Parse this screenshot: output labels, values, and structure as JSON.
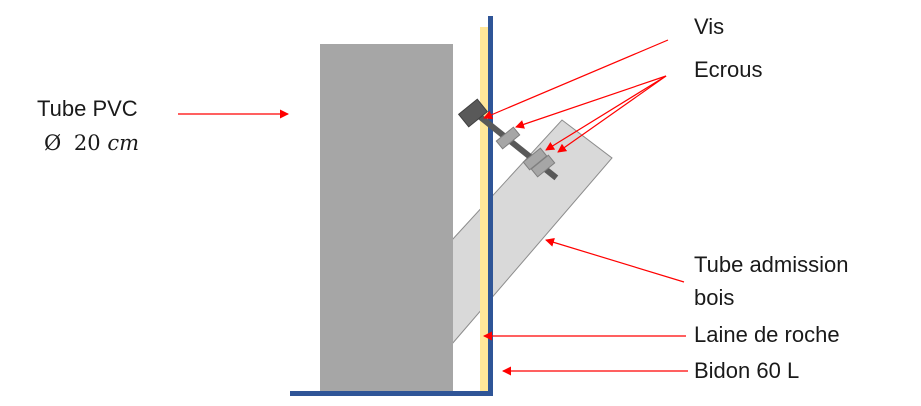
{
  "labels": {
    "tube_pvc": "Tube PVC",
    "diameter_symbol": "Ø",
    "diameter_value": "20",
    "diameter_unit": "cm",
    "vis": "Vis",
    "ecrous": "Ecrous",
    "tube_admission_line1": "Tube admission",
    "tube_admission_line2": "bois",
    "laine_de_roche": "Laine de roche",
    "bidon": "Bidon 60 L"
  },
  "colors": {
    "pvc_tube": "#a6a6a6",
    "admission_tube": "#d9d9d9",
    "bidon_wall": "#2f5597",
    "rock_wool": "#ffe699",
    "screw": "#595959",
    "nut": "#a6a6a6",
    "arrow": "#ff0000"
  }
}
